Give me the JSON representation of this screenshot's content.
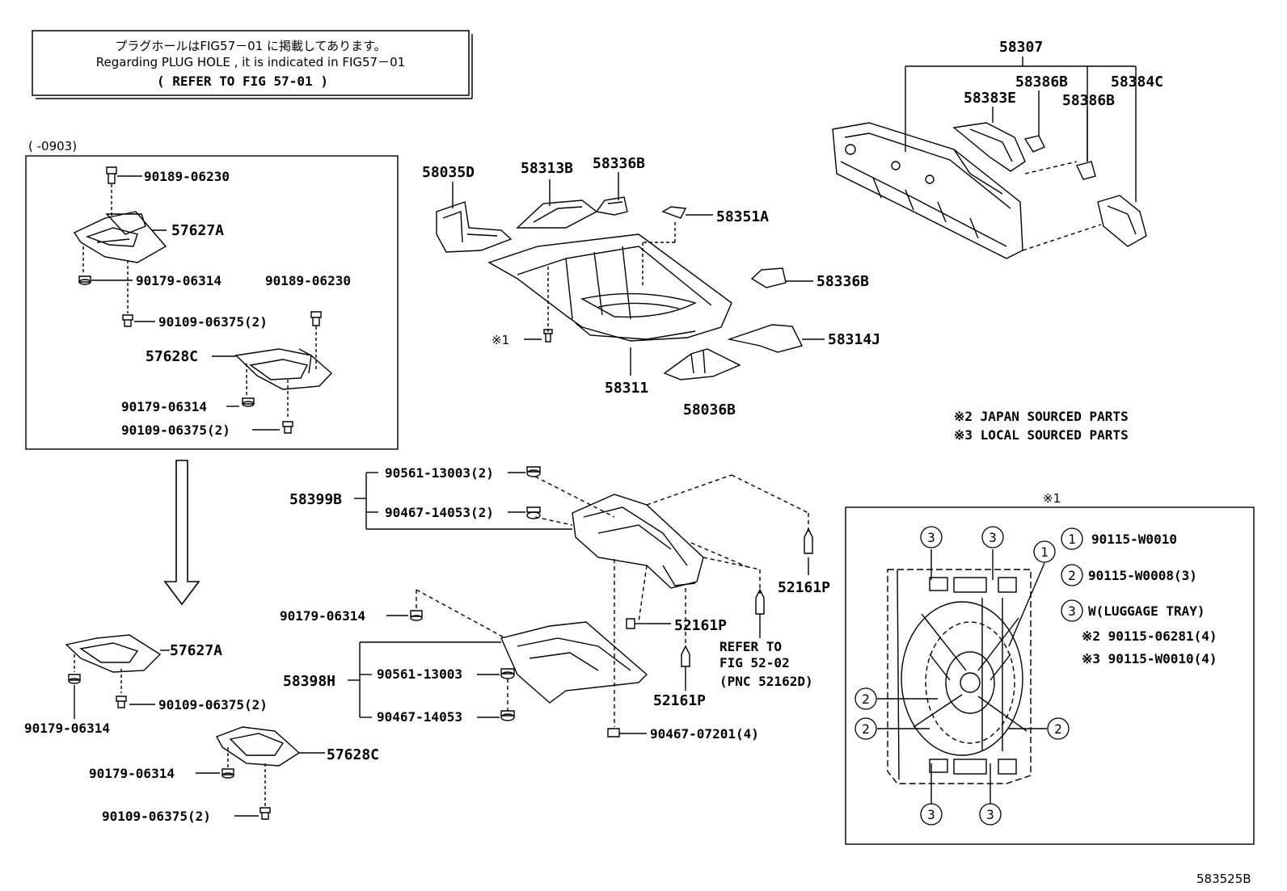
{
  "note_box": {
    "line_jp": "プラグホールはFIG57－01 に掲載してあります。",
    "line_en": "Regarding  PLUG HOLE , it is  indicated  in  FIG57－01",
    "line_ref": "( REFER TO FIG 57-01 )"
  },
  "inset_top_left": {
    "date_range": "(    -0903)",
    "labels": {
      "l1": "90189-06230",
      "l2": "57627A",
      "l3": "90179-06314",
      "l4": "90189-06230",
      "l5": "90109-06375(2)",
      "l6": "57628C",
      "l7": "90179-06314",
      "l8": "90109-06375(2)"
    }
  },
  "main_labels": {
    "p58307": "58307",
    "p58386B_a": "58386B",
    "p58384C": "58384C",
    "p58383E": "58383E",
    "p58386B_b": "58386B",
    "p58035D": "58035D",
    "p58313B": "58313B",
    "p58336B_a": "58336B",
    "p58351A": "58351A",
    "p58336B_b": "58336B",
    "p58314J": "58314J",
    "ref1": "※1",
    "p58311": "58311",
    "p58036B": "58036B",
    "p90561_2": "90561-13003(2)",
    "p58399B": "58399B",
    "p90467_2": "90467-14053(2)",
    "p52161P_a": "52161P",
    "p90179": "90179-06314",
    "p52161P_b": "52161P",
    "refer1": "REFER TO",
    "refer2": "FIG 52-02",
    "refer3": "(PNC 52162D)",
    "p58398H": "58398H",
    "p90561": "90561-13003",
    "p52161P_c": "52161P",
    "p90467": "90467-14053",
    "p90467_07201": "90467-07201(4)"
  },
  "lower_left": {
    "labels": {
      "l1": "57627A",
      "l2": "90109-06375(2)",
      "l3": "90179-06314",
      "l4": "90179-06314",
      "l5": "57628C",
      "l6": "90109-06375(2)"
    }
  },
  "sourcing_notes": {
    "japan": "※2  JAPAN  SOURCED  PARTS",
    "local": "※3  LOCAL  SOURCED  PARTS"
  },
  "inset_ref1": {
    "title": "※1",
    "circle_1": "1",
    "circle_2": "2",
    "circle_3": "3",
    "legend_1": "90115-W0010",
    "legend_2": "90115-W0008(3)",
    "legend_3": "W(LUGGAGE  TRAY)",
    "legend_4": "※2 90115-06281(4)",
    "legend_5": "※3 90115-W0010(4)"
  },
  "figure_id": "583525B"
}
